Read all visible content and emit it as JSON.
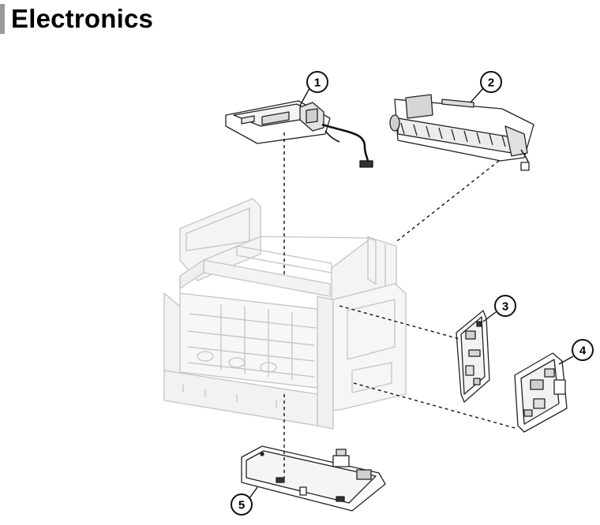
{
  "header": {
    "title": "Electronics"
  },
  "callouts": [
    {
      "label": "1"
    },
    {
      "label": "2"
    },
    {
      "label": "3"
    },
    {
      "label": "4"
    },
    {
      "label": "5"
    }
  ]
}
